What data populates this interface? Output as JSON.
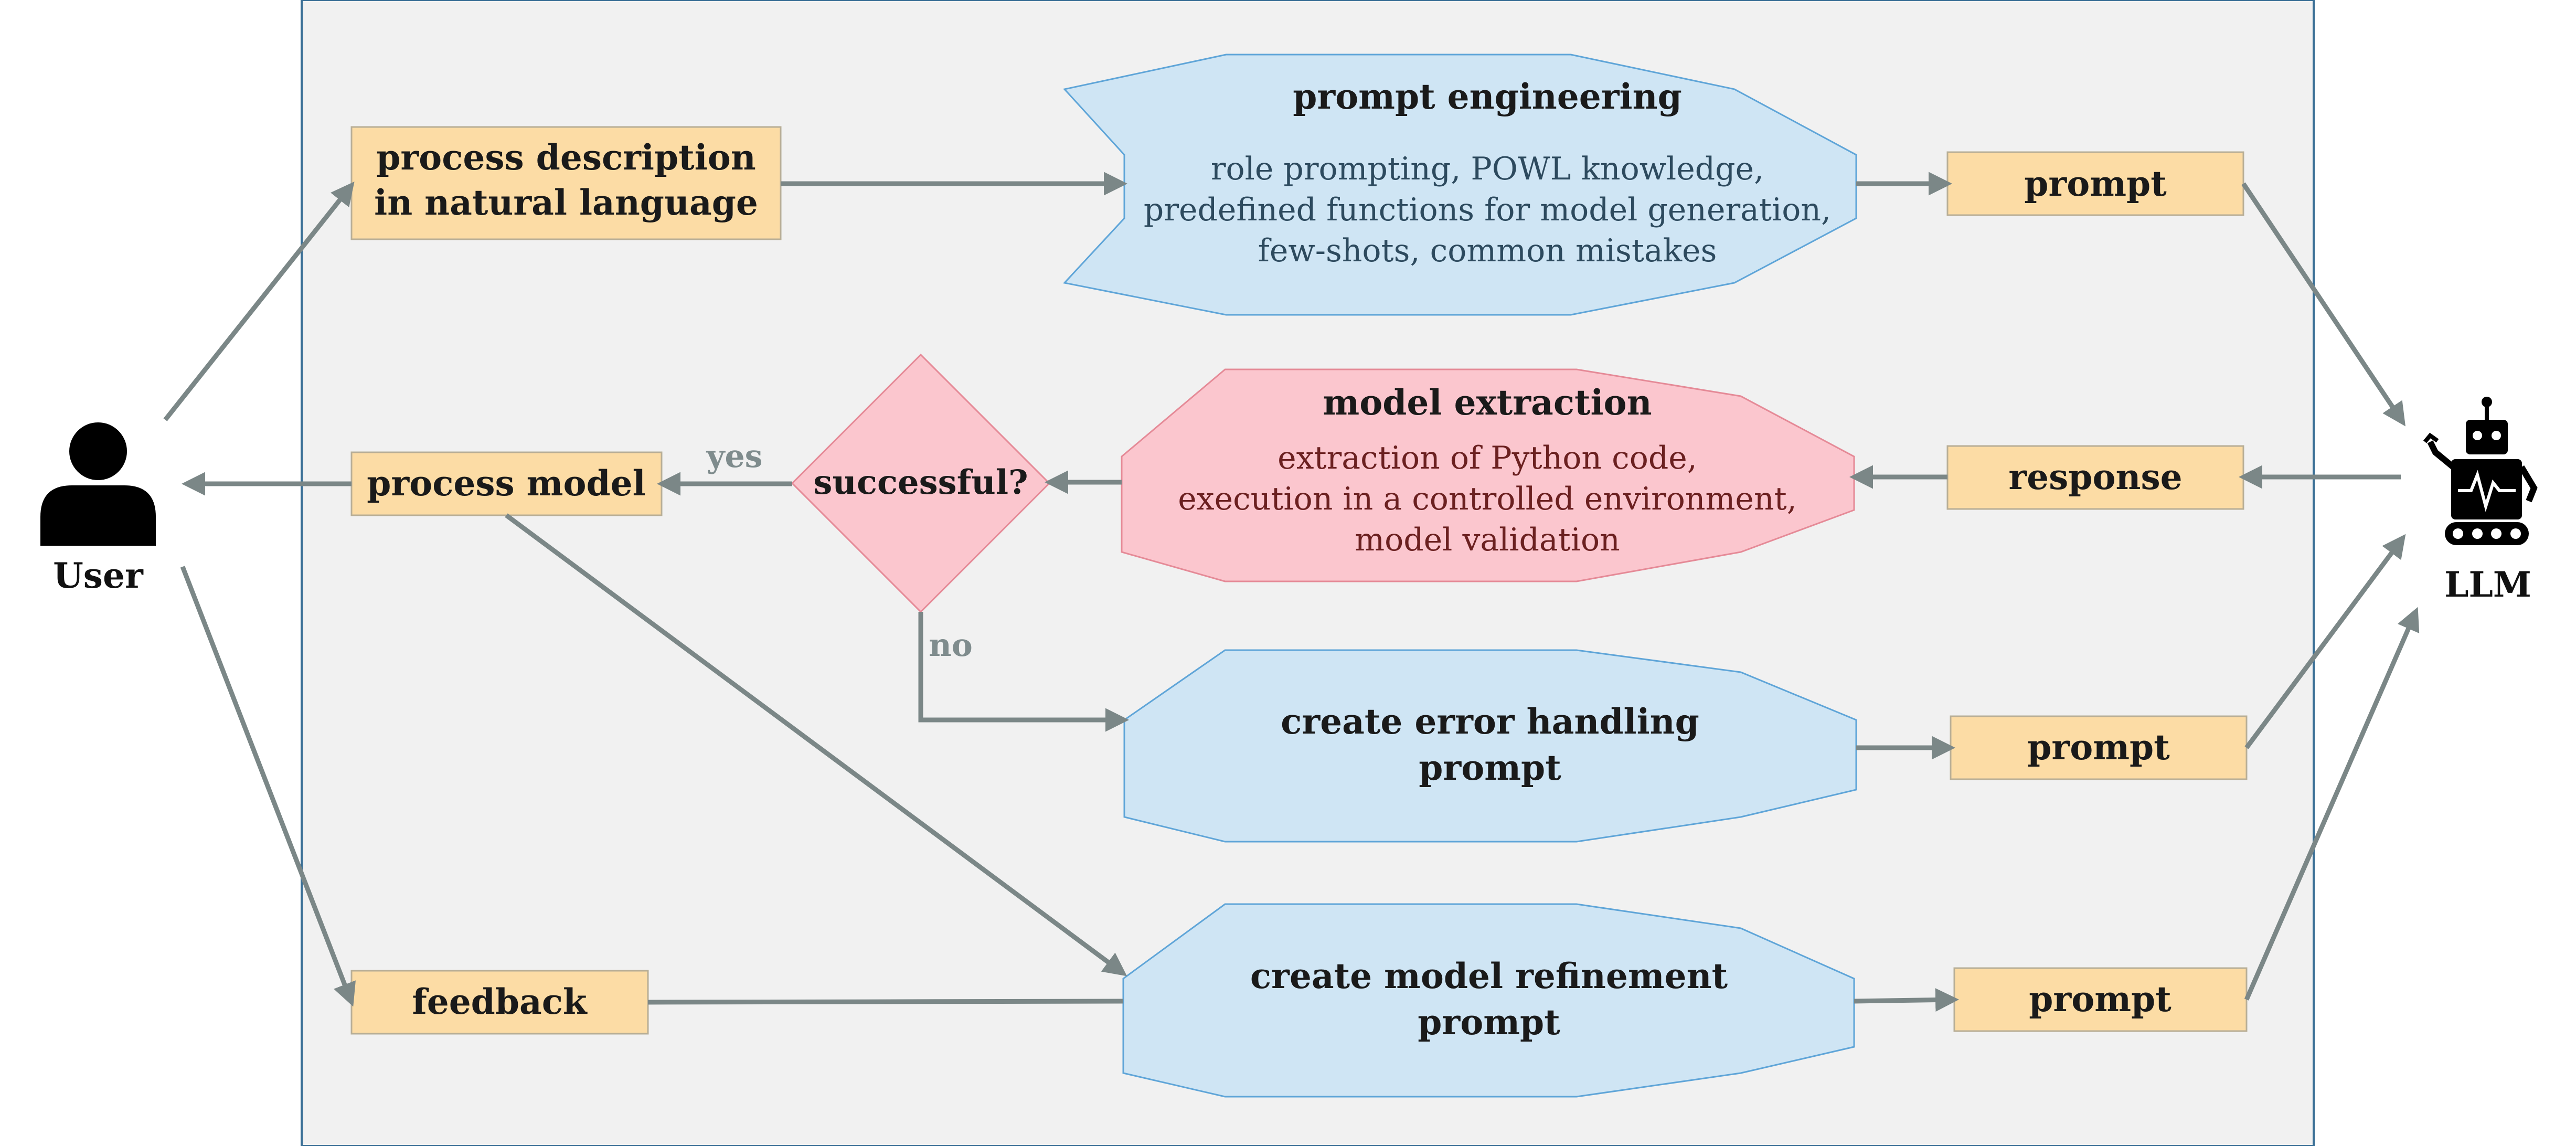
{
  "colors": {
    "frame_fill": "#f1f1f1",
    "frame_stroke": "#3a6f96",
    "box_fill": "#fcdca5",
    "box_stroke": "#b8ae96",
    "blue_fill": "#cfe5f4",
    "blue_stroke": "#5fa5d8",
    "red_fill": "#fbc6ce",
    "red_stroke": "#e58a97",
    "arrow": "#7b8787"
  },
  "actors": {
    "user": {
      "label": "User",
      "icon": "user-icon"
    },
    "llm": {
      "label": "LLM",
      "icon": "robot-icon"
    }
  },
  "nodes": {
    "process_description": {
      "lines": [
        "process description",
        "in natural language"
      ]
    },
    "prompt_engineering": {
      "title": "prompt engineering",
      "lines": [
        "role prompting, POWL knowledge,",
        "predefined functions for model generation,",
        "few-shots, common mistakes"
      ]
    },
    "prompt_top": {
      "label": "prompt"
    },
    "model_extraction": {
      "title": "model extraction",
      "lines": [
        "extraction of Python code,",
        "execution in a controlled environment,",
        "model validation"
      ]
    },
    "response": {
      "label": "response"
    },
    "successful": {
      "label": "successful?"
    },
    "process_model": {
      "label": "process model"
    },
    "error_handling": {
      "lines": [
        "create error handling",
        "prompt"
      ]
    },
    "prompt_mid": {
      "label": "prompt"
    },
    "feedback": {
      "label": "feedback"
    },
    "model_refinement": {
      "lines": [
        "create model refinement",
        "prompt"
      ]
    },
    "prompt_bottom": {
      "label": "prompt"
    }
  },
  "edge_labels": {
    "yes": "yes",
    "no": "no"
  }
}
